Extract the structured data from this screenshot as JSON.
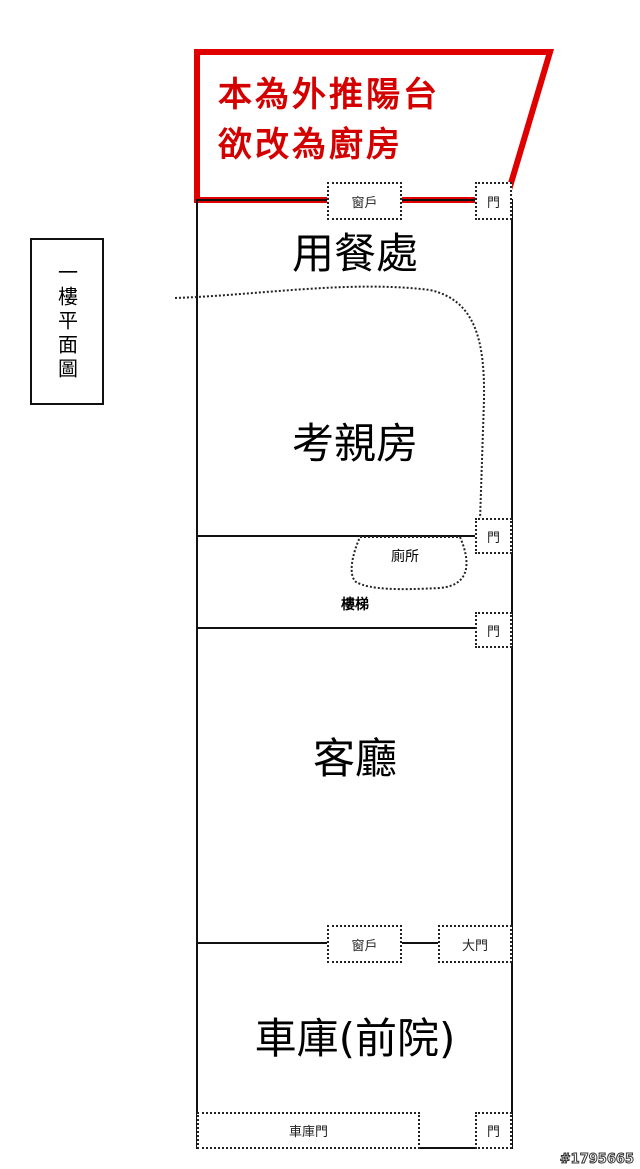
{
  "note": {
    "line1": "本為外推陽台",
    "line2": "欲改為廚房",
    "color": "#d40000"
  },
  "floor_label": "一樓平面圖",
  "rooms": {
    "dining": "用餐處",
    "elder_room": "考親房",
    "toilet": "廁所",
    "stairs": "樓梯",
    "living": "客廳",
    "garage": "車庫(前院)"
  },
  "openings": {
    "window_top": "窗戶",
    "door_top": "門",
    "door_toilet": "門",
    "door_stairs": "門",
    "window_living": "窗戶",
    "main_door": "大門",
    "garage_door": "車庫門",
    "door_bottom": "門"
  },
  "watermark": "#1795665"
}
